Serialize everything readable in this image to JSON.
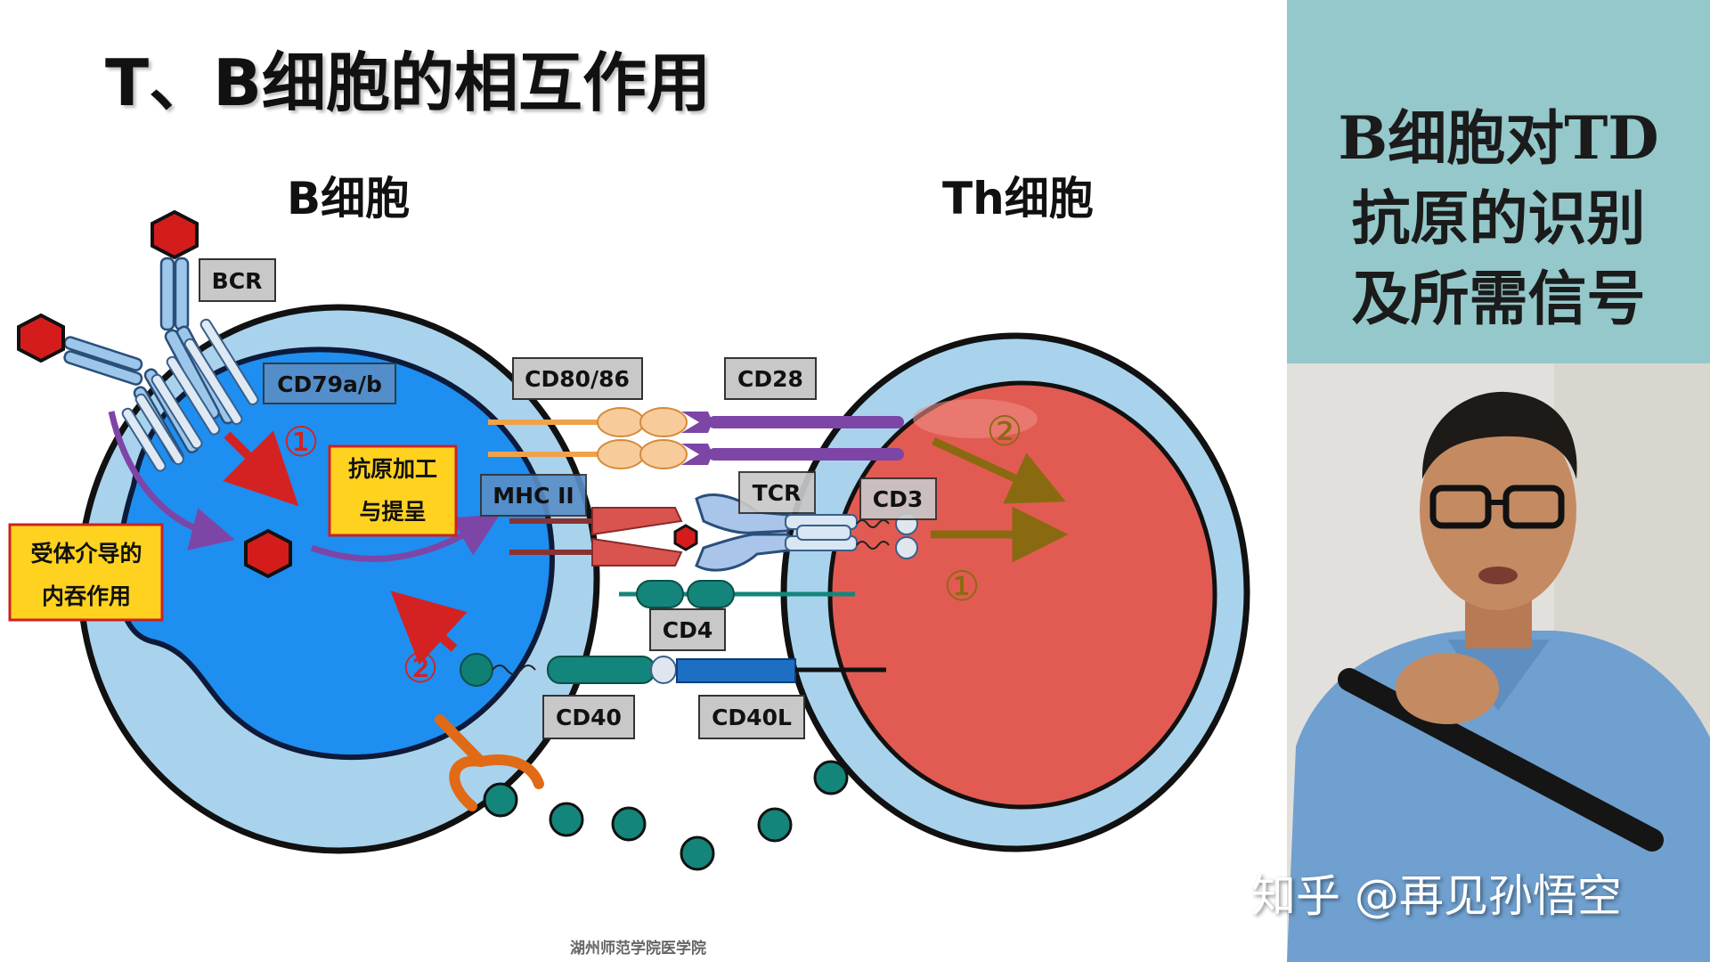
{
  "slide": {
    "title": "T、B细胞的相互作用",
    "footer": "湖州师范学院医学院"
  },
  "diagram": {
    "cell_labels": {
      "b_cell": "B细胞",
      "th_cell": "Th细胞"
    },
    "molecules": {
      "bcr": "BCR",
      "cd79": "CD79a/b",
      "cd80_86": "CD80/86",
      "cd28": "CD28",
      "mhc2": "MHC II",
      "tcr": "TCR",
      "cd3": "CD3",
      "cd4": "CD4",
      "cd40": "CD40",
      "cd40l": "CD40L"
    },
    "process_boxes": {
      "endocytosis": [
        "受体介导的",
        "内吞作用"
      ],
      "processing": [
        "抗原加工",
        "与提呈"
      ]
    },
    "step_markers": {
      "b_signal_1": "①",
      "b_signal_2": "②",
      "th_signal_1": "①",
      "th_signal_2": "②"
    },
    "colors": {
      "b_cell_nucleus": "#1e8ef0",
      "th_cell_nucleus": "#e25b52",
      "membrane": "#a9d3ec",
      "antigen": "#d51c1c",
      "label_box": "#c8c8c8",
      "process_box": "#ffd21f"
    }
  },
  "side_panel": {
    "heading_lines": [
      "B细胞对TD",
      "抗原的识别",
      "及所需信号"
    ]
  },
  "watermark": "知乎 @再见孙悟空"
}
